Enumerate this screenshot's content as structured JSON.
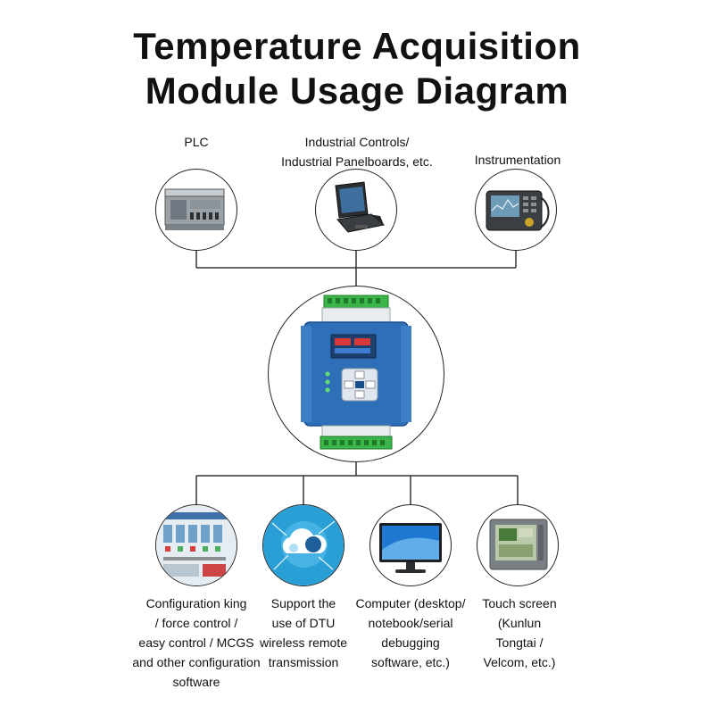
{
  "title": {
    "line1": "Temperature Acquisition",
    "line2": "Module Usage Diagram"
  },
  "top_nodes": [
    {
      "label_lines": [
        "PLC"
      ],
      "icon": "plc-icon"
    },
    {
      "label_lines": [
        "Industrial Controls/",
        "Industrial Panelboards, etc."
      ],
      "icon": "rugged-laptop-icon"
    },
    {
      "label_lines": [
        "Instrumentation"
      ],
      "icon": "instrument-icon"
    }
  ],
  "center_node": {
    "icon": "temperature-acquisition-module-icon"
  },
  "bottom_nodes": [
    {
      "label_lines": [
        "Configuration king",
        "/ force control /",
        "easy control / MCGS",
        "and other configuration",
        "software"
      ],
      "icon": "scada-screen-icon"
    },
    {
      "label_lines": [
        "Support the",
        "use of DTU",
        "wireless remote",
        "transmission"
      ],
      "icon": "cloud-wireless-icon"
    },
    {
      "label_lines": [
        "Computer (desktop/",
        "notebook/serial",
        "debugging",
        "software, etc.)"
      ],
      "icon": "computer-monitor-icon"
    },
    {
      "label_lines": [
        "Touch screen",
        "(Kunlun",
        "Tongtai /",
        "Velcom, etc.)"
      ],
      "icon": "touch-screen-icon"
    }
  ],
  "colors": {
    "module_blue": "#2f6fb8",
    "terminal_green": "#3bb44a",
    "line": "#333333"
  }
}
